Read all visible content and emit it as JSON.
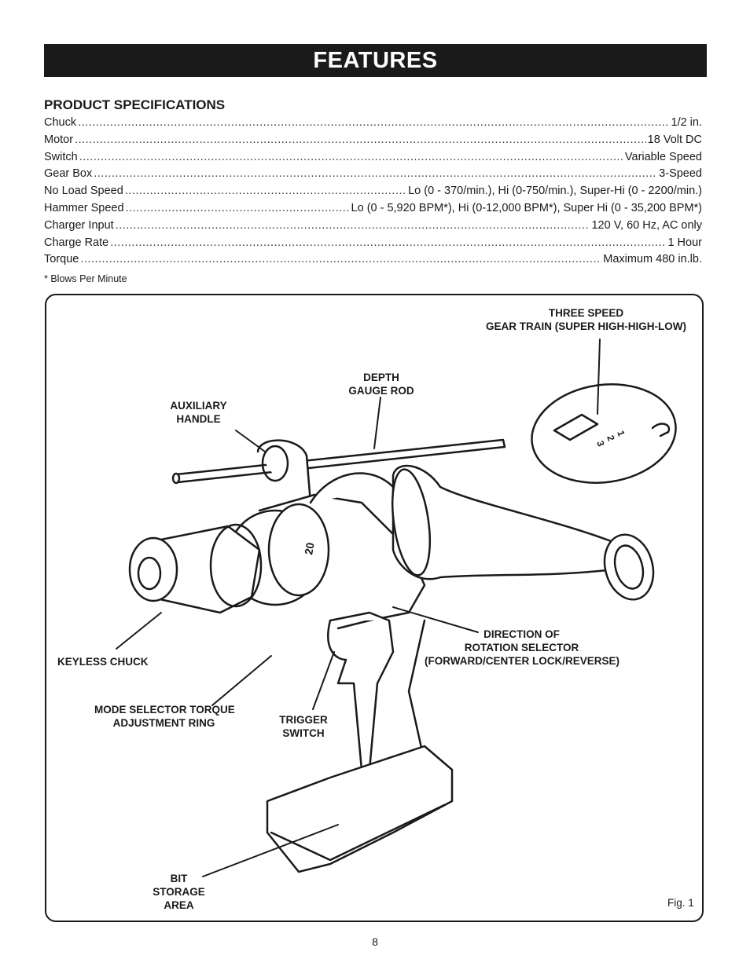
{
  "header": {
    "title": "FEATURES"
  },
  "specs": {
    "heading": "PRODUCT SPECIFICATIONS",
    "rows": [
      {
        "label": "Chuck",
        "value": "1/2 in."
      },
      {
        "label": "Motor",
        "value": "18 Volt DC"
      },
      {
        "label": "Switch",
        "value": "Variable Speed"
      },
      {
        "label": "Gear Box",
        "value": "3-Speed"
      },
      {
        "label": "No Load Speed",
        "value": "Lo (0 - 370/min.), Hi (0-750/min.), Super-Hi (0 - 2200/min.)"
      },
      {
        "label": "Hammer Speed",
        "value": "Lo (0 - 5,920 BPM*), Hi (0-12,000 BPM*), Super Hi (0 - 35,200 BPM*)"
      },
      {
        "label": "Charger Input",
        "value": "120 V, 60 Hz, AC only"
      },
      {
        "label": "Charge Rate",
        "value": "1 Hour"
      },
      {
        "label": "Torque",
        "value": "Maximum 480 in.lb."
      }
    ],
    "footnote": "* Blows Per Minute"
  },
  "figure": {
    "callouts": {
      "three_speed": [
        "THREE SPEED",
        "GEAR TRAIN (SUPER HIGH-HIGH-LOW)"
      ],
      "depth_gauge": [
        "DEPTH",
        "GAUGE ROD"
      ],
      "auxiliary_handle": [
        "AUXILIARY",
        "HANDLE"
      ],
      "keyless_chuck": [
        "KEYLESS CHUCK"
      ],
      "direction_selector": [
        "DIRECTION OF",
        "ROTATION SELECTOR",
        "(FORWARD/CENTER LOCK/REVERSE)"
      ],
      "mode_selector": [
        "MODE SELECTOR TORQUE",
        "ADJUSTMENT RING"
      ],
      "trigger": [
        "TRIGGER",
        "SWITCH"
      ],
      "bit_storage": [
        "BIT",
        "STORAGE",
        "AREA"
      ]
    },
    "ring_number": "20",
    "gear_numbers": [
      "1",
      "2",
      "3"
    ],
    "label": "Fig. 1"
  },
  "page_number": "8"
}
